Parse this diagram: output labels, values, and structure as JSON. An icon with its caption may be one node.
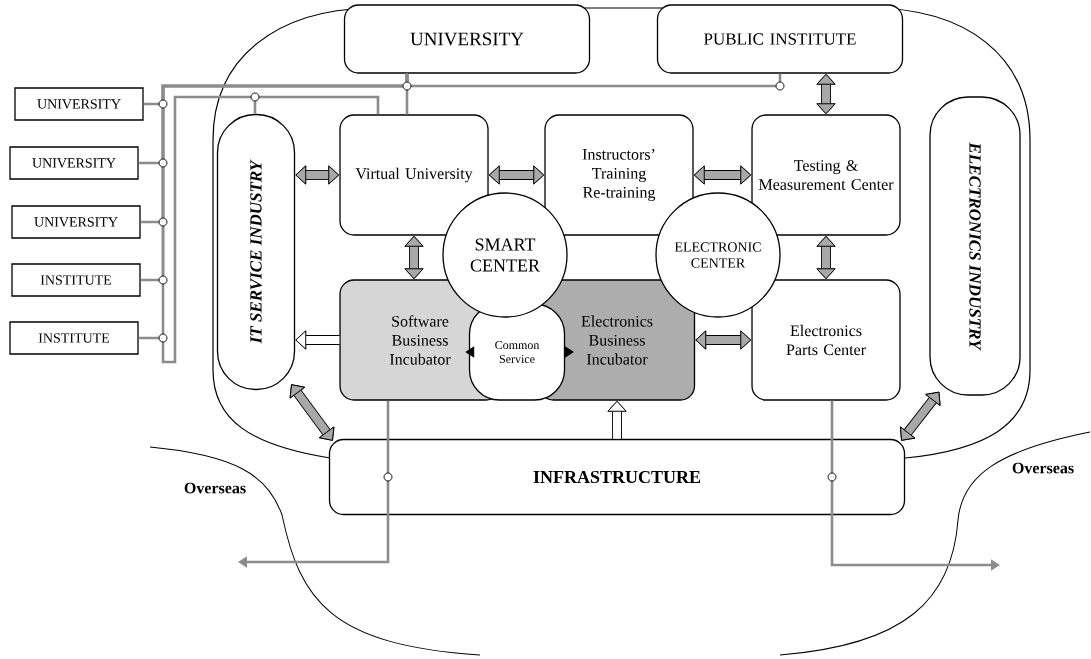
{
  "diagram": {
    "nodes": [
      {
        "text": [
          "UNIVERSITY"
        ]
      },
      {
        "text": [
          "PUBLIC INSTITUTE"
        ]
      },
      {
        "text": [
          "UNIVERSITY"
        ]
      },
      {
        "text": [
          "UNIVERSITY"
        ]
      },
      {
        "text": [
          "UNIVERSITY"
        ]
      },
      {
        "text": [
          "INSTITUTE"
        ]
      },
      {
        "text": [
          "INSTITUTE"
        ]
      },
      {
        "text": [
          "IT SERVICE INDUSTRY"
        ]
      },
      {
        "text": [
          "Virtual University"
        ]
      },
      {
        "text": [
          "Instructors’ Training Re-training"
        ]
      },
      {
        "text": [
          "Testing & Measurement Center"
        ]
      },
      {
        "text": [
          "ELECTRONICS INDUSTRY"
        ]
      },
      {
        "text": [
          "SMART CENTER"
        ]
      },
      {
        "text": [
          "ELECTRONIC CENTER"
        ]
      },
      {
        "text": [
          "Software Business Incubator"
        ]
      },
      {
        "text": [
          "Common Service"
        ]
      },
      {
        "text": [
          "Electronics Business Incubator"
        ]
      },
      {
        "text": [
          "Electronics Parts Center"
        ]
      },
      {
        "text": [
          "INFRASTRUCTURE"
        ]
      }
    ],
    "edges": [
      {
        "from": 2,
        "to": 0,
        "arrow": "none",
        "color": "#8c8c8c"
      },
      {
        "from": 3,
        "to": 0,
        "arrow": "none",
        "color": "#8c8c8c"
      },
      {
        "from": 4,
        "to": 0,
        "arrow": "none",
        "color": "#8c8c8c"
      },
      {
        "from": 5,
        "to": 0,
        "arrow": "none",
        "color": "#8c8c8c"
      },
      {
        "from": 6,
        "to": 0,
        "arrow": "none",
        "color": "#8c8c8c"
      },
      {
        "from": 1,
        "to": 0,
        "arrow": "none",
        "color": "#8c8c8c"
      },
      {
        "from": 7,
        "to": 8,
        "arrow": "none",
        "color": "#8c8c8c"
      },
      {
        "from": 0,
        "to": 8,
        "arrow": "none",
        "color": "#8c8c8c"
      },
      {
        "from": 7,
        "to": 8,
        "arrow": "both",
        "style": "thick"
      },
      {
        "from": 8,
        "to": 9,
        "arrow": "both",
        "style": "thick"
      },
      {
        "from": 9,
        "to": 10,
        "arrow": "both",
        "style": "thick"
      },
      {
        "from": 1,
        "to": 10,
        "arrow": "both",
        "style": "thick"
      },
      {
        "from": 8,
        "to": 14,
        "arrow": "both",
        "style": "thick"
      },
      {
        "from": 10,
        "to": 17,
        "arrow": "both",
        "style": "thick"
      },
      {
        "from": 16,
        "to": 17,
        "arrow": "both",
        "style": "thick"
      },
      {
        "from": 14,
        "to": 7,
        "arrow": "to",
        "style": "thick",
        "color": "#000000"
      },
      {
        "from": 15,
        "to": 14,
        "arrow": "to",
        "color": "#000000"
      },
      {
        "from": 15,
        "to": 16,
        "arrow": "to",
        "color": "#000000"
      },
      {
        "from": 18,
        "to": 7,
        "arrow": "both",
        "style": "thick"
      },
      {
        "from": 18,
        "to": 11,
        "arrow": "both",
        "style": "thick"
      },
      {
        "from": 18,
        "to": 16,
        "arrow": "to",
        "style": "thick",
        "color": "#000000"
      },
      {
        "from": 14,
        "to": null,
        "arrow": "to",
        "color": "#8c8c8c"
      },
      {
        "from": 17,
        "to": null,
        "arrow": "to",
        "color": "#8c8c8c"
      }
    ],
    "labels": [
      "Overseas",
      "Overseas"
    ]
  }
}
